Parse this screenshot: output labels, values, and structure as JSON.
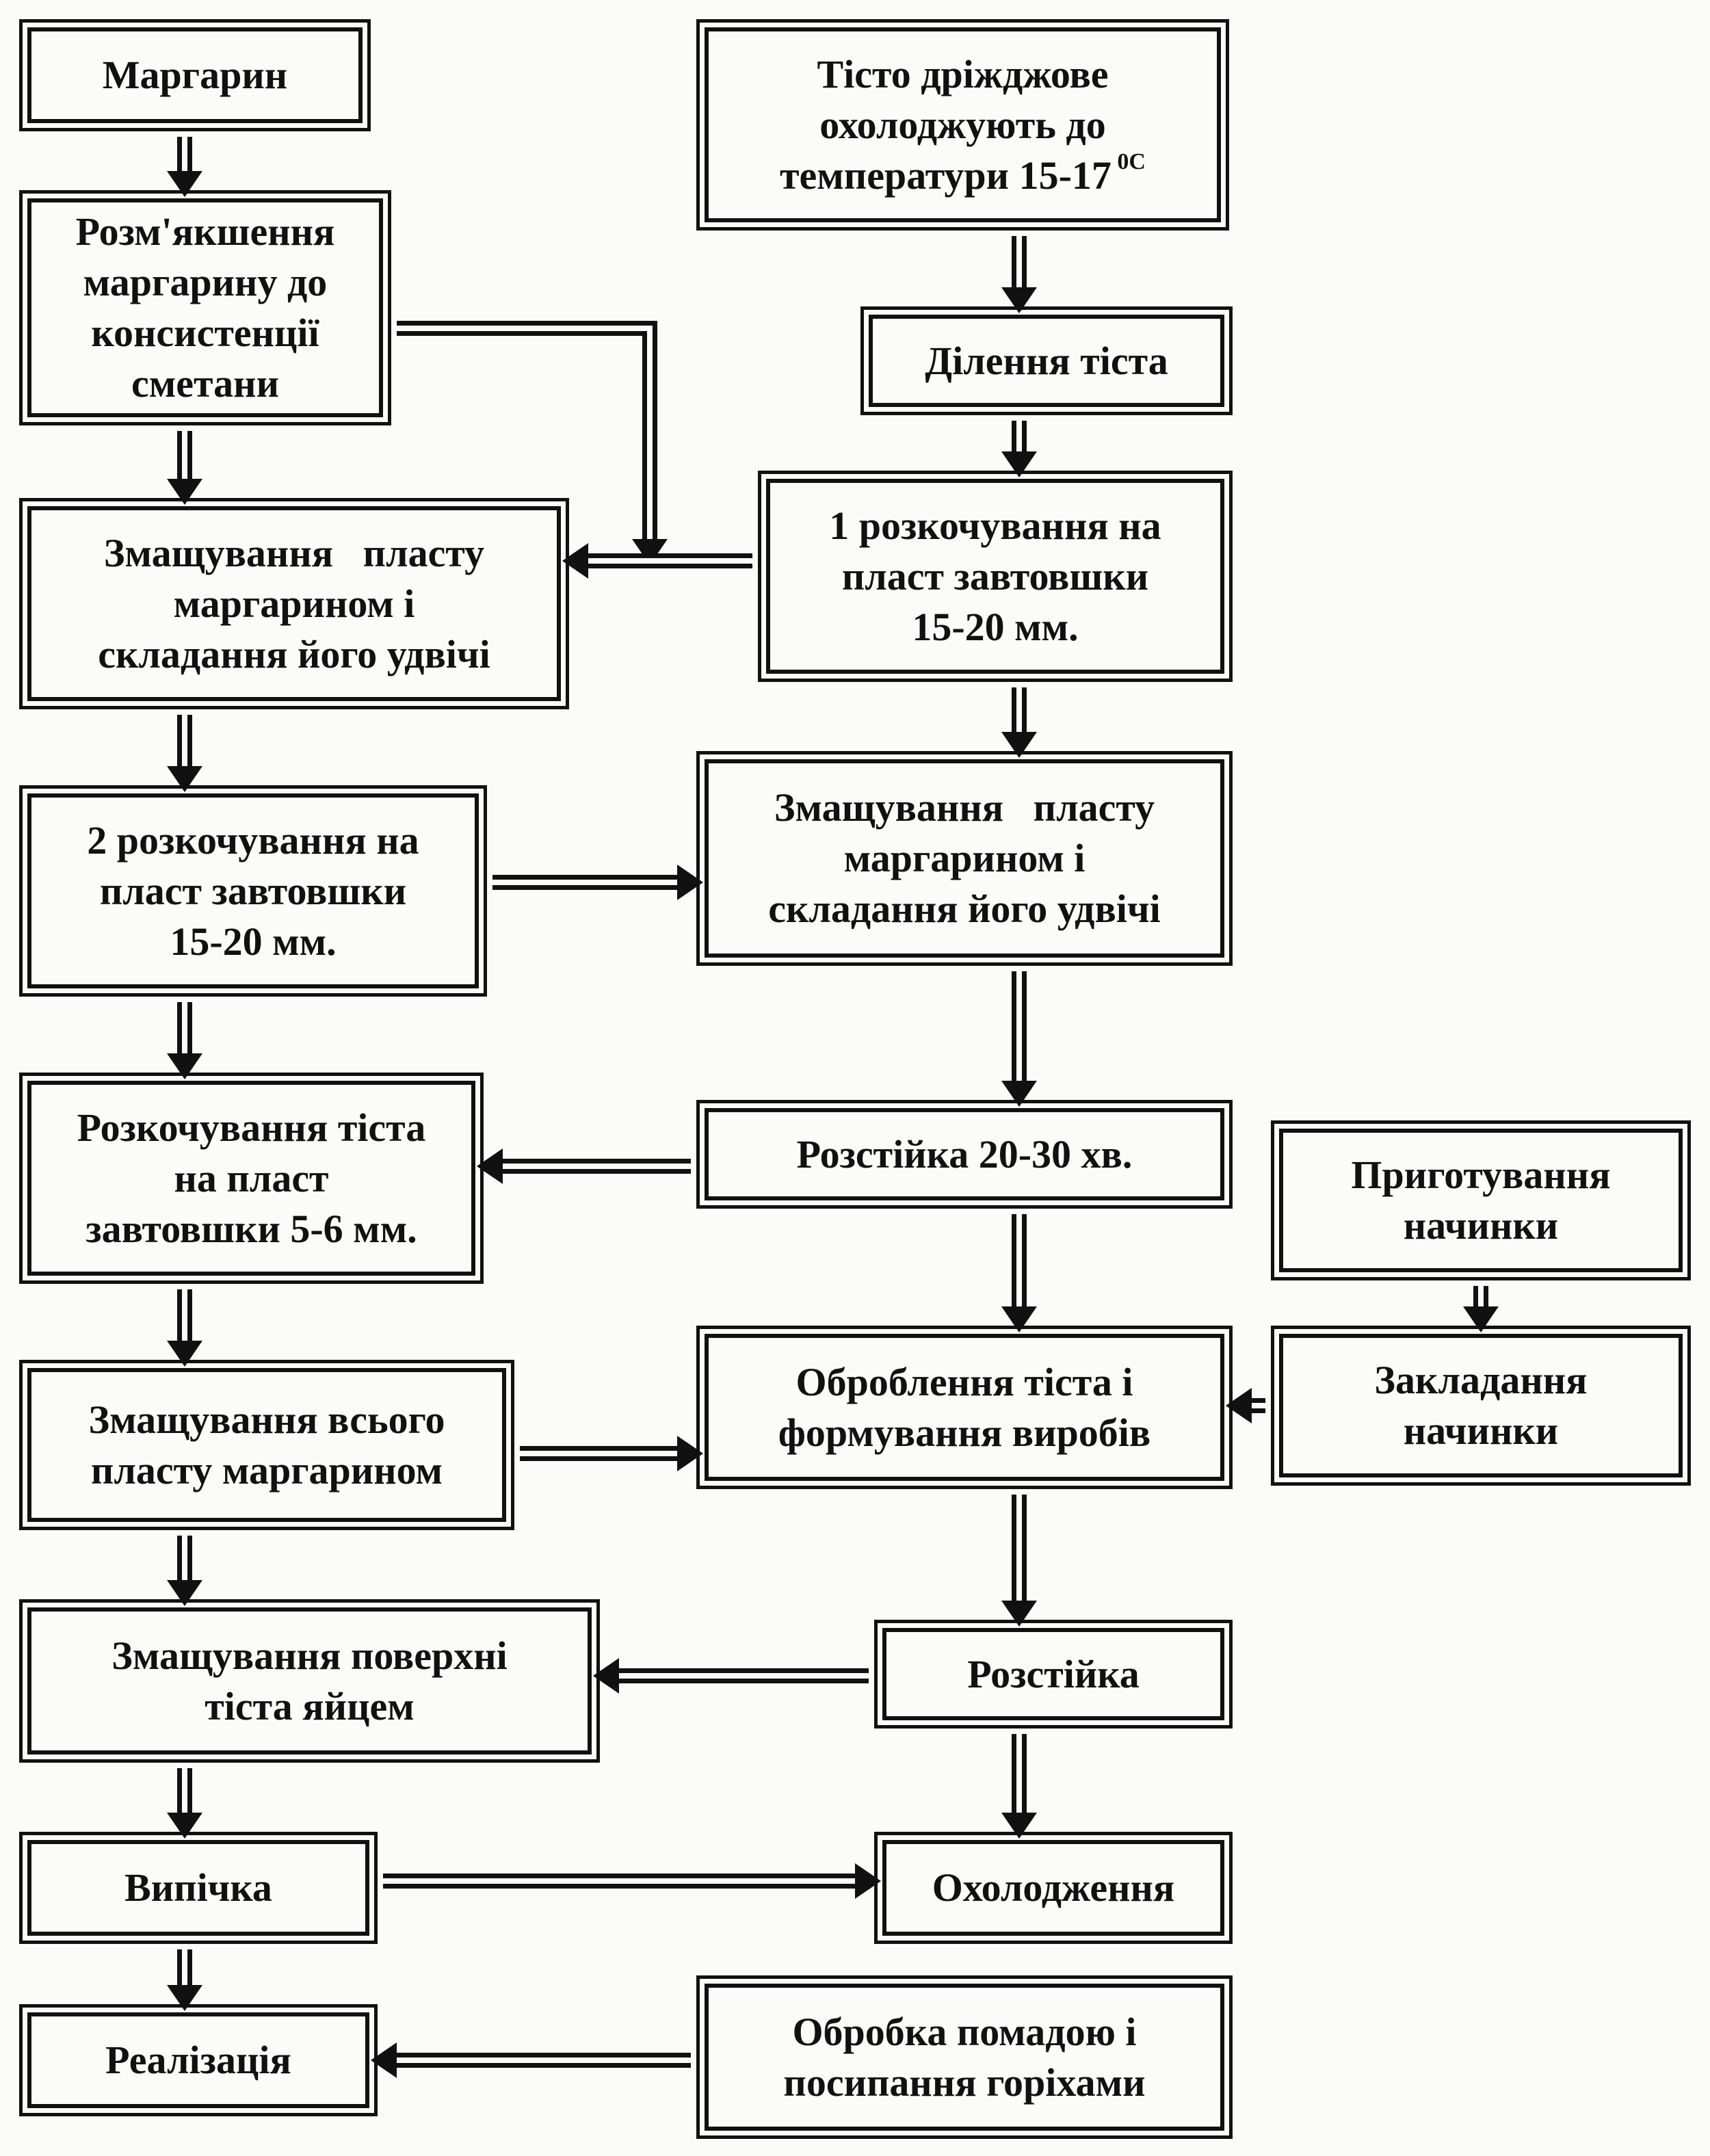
{
  "diagram": {
    "nodes": {
      "margarine": {
        "lines": [
          "Маргарин"
        ]
      },
      "soften": {
        "lines": [
          "Розм'якшення",
          "маргарину до",
          "консистенції",
          "сметани"
        ]
      },
      "grease1": {
        "lines": [
          "Змащування   пласту",
          "маргарином і",
          "складання його удвічі"
        ]
      },
      "roll2": {
        "lines": [
          "2 розкочування на",
          "пласт завтовшки",
          "15-20 мм."
        ]
      },
      "roll56": {
        "lines": [
          "Розкочування тіста",
          "на пласт",
          "завтовшки 5-6 мм."
        ]
      },
      "grease_all": {
        "lines": [
          "Змащування всього",
          "пласту маргарином"
        ]
      },
      "egg": {
        "lines": [
          "Змащування поверхні",
          "тіста яйцем"
        ]
      },
      "bake": {
        "lines": [
          "Випічка"
        ]
      },
      "sale": {
        "lines": [
          "Реалізація"
        ]
      },
      "dough": {
        "lines": [
          "Тісто дріжджове",
          "охолоджують до",
          "температури 15-17"
        ],
        "sup": "0C"
      },
      "divide": {
        "lines": [
          "Ділення тіста"
        ]
      },
      "roll1": {
        "lines": [
          "1 розкочування на",
          "пласт завтовшки",
          "15-20 мм."
        ]
      },
      "grease2": {
        "lines": [
          "Змащування   пласту",
          "маргарином і",
          "складання його удвічі"
        ]
      },
      "proof1": {
        "lines": [
          "Розстійка 20-30 хв."
        ]
      },
      "filling_prep": {
        "lines": [
          "Приготування",
          "начинки"
        ]
      },
      "shape": {
        "lines": [
          "Оброблення тіста і",
          "формування виробів"
        ]
      },
      "filling_add": {
        "lines": [
          "Закладання",
          "начинки"
        ]
      },
      "proof2": {
        "lines": [
          "Розстійка"
        ]
      },
      "cool": {
        "lines": [
          "Охолодження"
        ]
      },
      "glaze": {
        "lines": [
          "Обробка помадою і",
          "посипання горіхами"
        ]
      }
    },
    "edges": [
      {
        "from": "margarine",
        "to": "soften"
      },
      {
        "from": "soften",
        "to": "grease1"
      },
      {
        "from": "soften",
        "to": "grease1",
        "via": "right-side"
      },
      {
        "from": "grease1",
        "to": "roll2"
      },
      {
        "from": "roll2",
        "to": "roll56"
      },
      {
        "from": "roll56",
        "to": "grease_all"
      },
      {
        "from": "grease_all",
        "to": "egg"
      },
      {
        "from": "egg",
        "to": "bake"
      },
      {
        "from": "bake",
        "to": "sale"
      },
      {
        "from": "dough",
        "to": "divide"
      },
      {
        "from": "divide",
        "to": "roll1"
      },
      {
        "from": "roll1",
        "to": "grease1"
      },
      {
        "from": "roll1",
        "to": "grease2"
      },
      {
        "from": "roll2",
        "to": "grease2"
      },
      {
        "from": "grease2",
        "to": "proof1"
      },
      {
        "from": "proof1",
        "to": "roll56"
      },
      {
        "from": "proof1",
        "to": "shape"
      },
      {
        "from": "grease_all",
        "to": "shape"
      },
      {
        "from": "filling_prep",
        "to": "filling_add"
      },
      {
        "from": "filling_add",
        "to": "shape"
      },
      {
        "from": "shape",
        "to": "proof2"
      },
      {
        "from": "proof2",
        "to": "egg"
      },
      {
        "from": "proof2",
        "to": "cool"
      },
      {
        "from": "bake",
        "to": "cool"
      },
      {
        "from": "glaze",
        "to": "sale"
      }
    ]
  },
  "colors": {
    "ink": "#111111",
    "paper": "#fbfbf9"
  }
}
